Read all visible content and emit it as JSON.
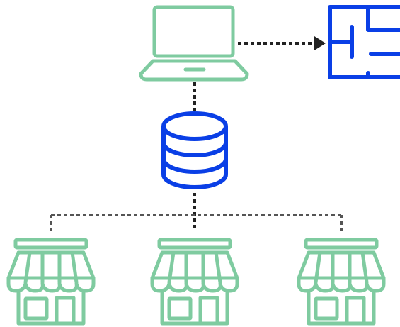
{
  "diagram": {
    "nodes": [
      {
        "id": "laptop",
        "icon": "laptop-icon"
      },
      {
        "id": "floor-plan",
        "icon": "floor-plan-icon"
      },
      {
        "id": "database",
        "icon": "database-icon"
      },
      {
        "id": "store-left",
        "icon": "store-icon"
      },
      {
        "id": "store-center",
        "icon": "store-icon"
      },
      {
        "id": "store-right",
        "icon": "store-icon"
      }
    ],
    "edges": [
      {
        "from": "laptop",
        "to": "floor-plan",
        "style": "dotted",
        "arrow": true
      },
      {
        "from": "laptop",
        "to": "database",
        "style": "dotted",
        "arrow": false
      },
      {
        "from": "database",
        "to": "store-left",
        "style": "dotted",
        "arrow": false
      },
      {
        "from": "database",
        "to": "store-center",
        "style": "dotted",
        "arrow": false
      },
      {
        "from": "database",
        "to": "store-right",
        "style": "dotted",
        "arrow": false
      }
    ],
    "colors": {
      "green": "#7FCBA0",
      "blue": "#0A3FE6",
      "connector": "#222222",
      "branch-connector": "#555555"
    }
  }
}
